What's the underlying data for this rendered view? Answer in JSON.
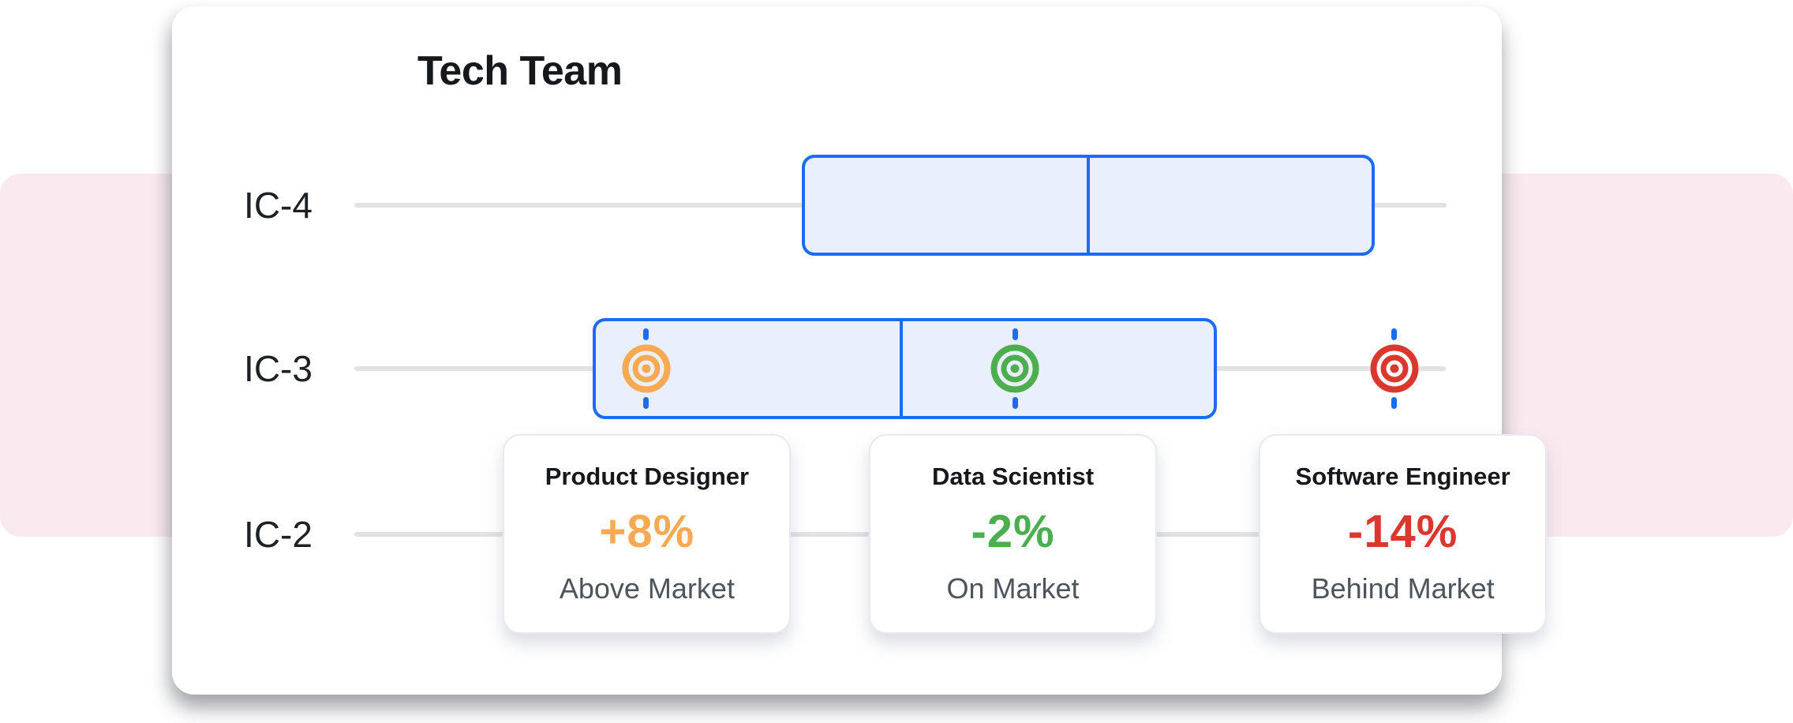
{
  "panel": {
    "title": "Tech Team"
  },
  "colors": {
    "accent_blue": "#1D6BF3",
    "box_fill": "#E9EFFD",
    "row_line_gray": "#E0E2E6",
    "pink_band": "#FAEAEF",
    "orange": "#F8A952",
    "green": "#4CAE4F",
    "red": "#DB372F",
    "text_dark": "#16181B",
    "text_gray": "#4E545B"
  },
  "chart_data": {
    "type": "boxplot",
    "orientation": "horizontal",
    "title": "Tech Team",
    "x_axis": {
      "visible": false,
      "range_frac": [
        0,
        1
      ]
    },
    "grid": false,
    "rows": [
      {
        "label": "IC-4",
        "whisker": {
          "min_frac": 0.0,
          "max_frac": 1.0
        },
        "box": {
          "q1_frac": 0.41,
          "median_frac": 0.672,
          "q3_frac": 0.934
        }
      },
      {
        "label": "IC-3",
        "whisker": {
          "min_frac": 0.0,
          "max_frac": 0.999
        },
        "box": {
          "q1_frac": 0.218,
          "median_frac": 0.501,
          "q3_frac": 0.79
        }
      },
      {
        "label": "IC-2",
        "whisker": {
          "min_frac": 0.0,
          "max_frac": 1.0
        },
        "box": null
      }
    ],
    "markers": [
      {
        "id": "product-designer",
        "row_label": "IC-3",
        "x_frac": 0.267,
        "color": "#F8A952",
        "icon": "bullseye"
      },
      {
        "id": "data-scientist",
        "row_label": "IC-3",
        "x_frac": 0.605,
        "color": "#4CAE4F",
        "icon": "bullseye"
      },
      {
        "id": "software-engineer",
        "row_label": "IC-3",
        "x_frac": 0.952,
        "color": "#DB372F",
        "icon": "bullseye"
      }
    ],
    "cards": [
      {
        "role": "Product Designer",
        "value": "+8%",
        "status": "Above Market",
        "color": "#F8A952",
        "center_frac": 0.268
      },
      {
        "role": "Data Scientist",
        "value": "-2%",
        "status": "On Market",
        "color": "#4CAE4F",
        "center_frac": 0.603
      },
      {
        "role": "Software Engineer",
        "value": "-14%",
        "status": "Behind Market",
        "color": "#DB372F",
        "center_frac": 0.96
      }
    ]
  }
}
